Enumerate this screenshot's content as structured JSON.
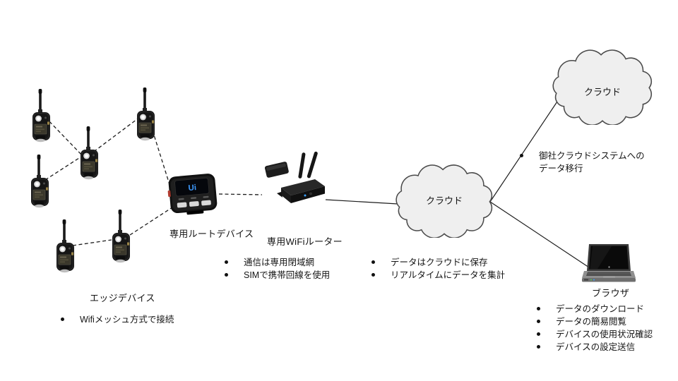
{
  "colors": {
    "ui_logo": "#3f9bff",
    "cloud_fill": "#efefef",
    "line": "#1c1c1c"
  },
  "edge_cluster": {
    "label": "エッジデバイス",
    "bullets": [
      "Wifiメッシュ方式で接続"
    ]
  },
  "root_device": {
    "label": "専用ルートデバイス",
    "screen_text": "Ui"
  },
  "wifi_router": {
    "label": "専用WiFiルーター",
    "bullets": [
      "通信は専用閉域網",
      "SIMで携帯回線を使用"
    ]
  },
  "cloud_main": {
    "label": "クラウド",
    "bullets": [
      "データはクラウドに保存",
      "リアルタイムにデータを集計"
    ]
  },
  "cloud_external": {
    "label": "クラウド",
    "bullets": [
      "御社クラウドシステムへの\nデータ移行"
    ]
  },
  "browser": {
    "label": "ブラウザ",
    "bullets": [
      "データのダウンロード",
      "データの簡易閲覧",
      "デバイスの使用状況確認",
      "デバイスの設定送信"
    ]
  }
}
